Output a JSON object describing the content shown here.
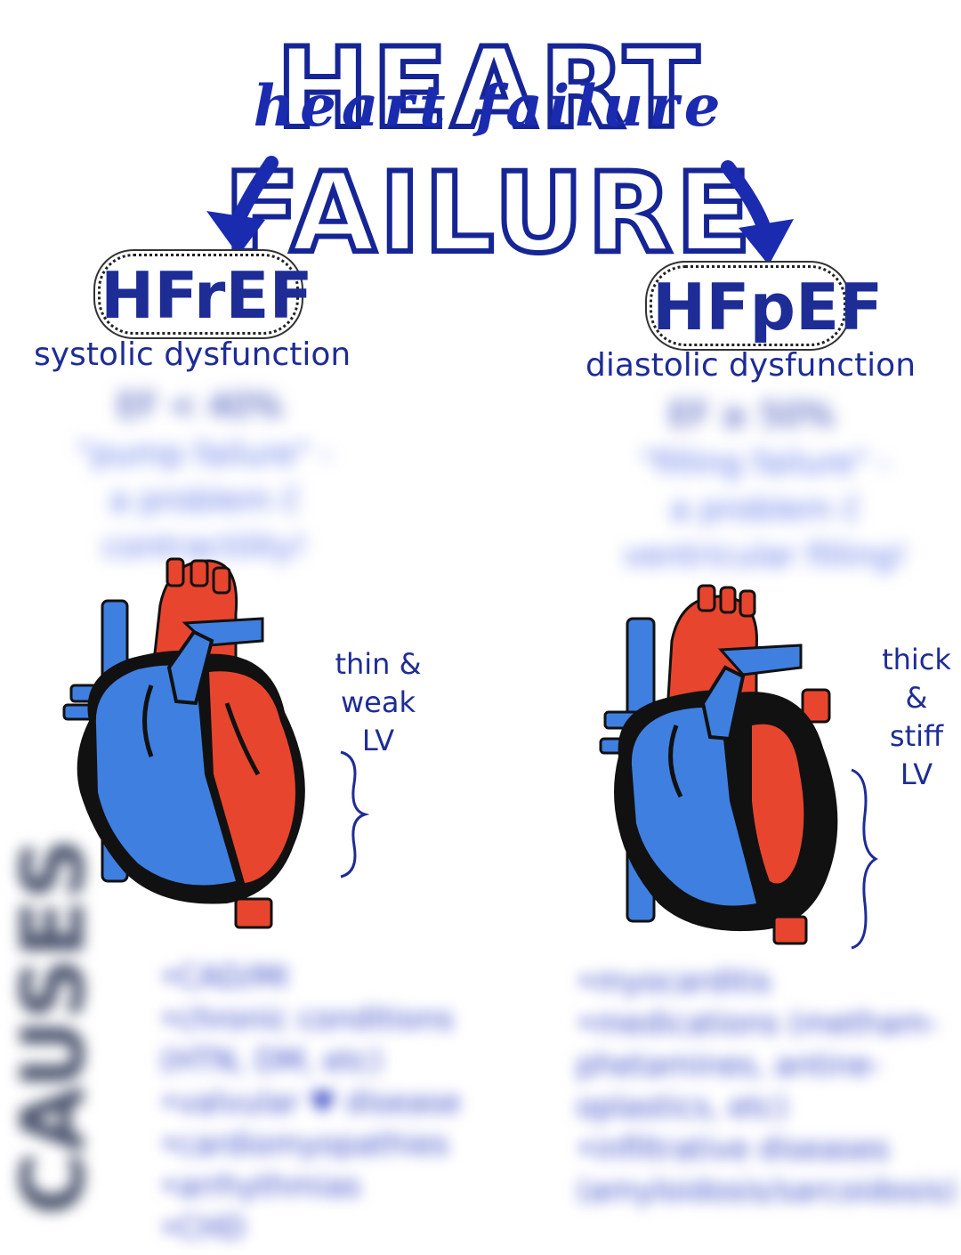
{
  "title": {
    "outline_text": "HEART FAILURE",
    "script_text": "heart failure"
  },
  "left": {
    "label": "HFrEF",
    "subhead": "systolic dysfunction",
    "ef": "EF < 40%",
    "description_lines": [
      "\"pump failure\" -",
      "a problem c̄",
      "contractility!"
    ],
    "annotation_lines": [
      "thin &",
      "weak",
      "LV"
    ]
  },
  "right": {
    "label": "HFpEF",
    "subhead": "diastolic dysfunction",
    "ef": "EF ≥ 50%",
    "description_lines": [
      "\"filling failure\" -",
      "a problem c̄",
      "ventricular filling!"
    ],
    "annotation_lines": [
      "thick",
      "&",
      "stiff",
      "LV"
    ]
  },
  "causes": {
    "title": "CAUSES",
    "left_items": [
      "•CAD/MI",
      "•chronic conditions",
      " (HTN, DM, etc)",
      "•valvular ♥ disease",
      "•cardiomyopathies",
      "•arrhythmias",
      "•CHD"
    ],
    "right_items": [
      "•myocarditis",
      "•medications (metham-",
      " phetamines, antine-",
      " oplastics, etc)",
      "•infiltrative diseases",
      " (amyloidosis/sarcoidosis)"
    ]
  },
  "colors": {
    "ink": "#1e2c96",
    "oxygenated": "#e8452e",
    "deoxygenated": "#3f7fe0",
    "outline": "#111111"
  }
}
